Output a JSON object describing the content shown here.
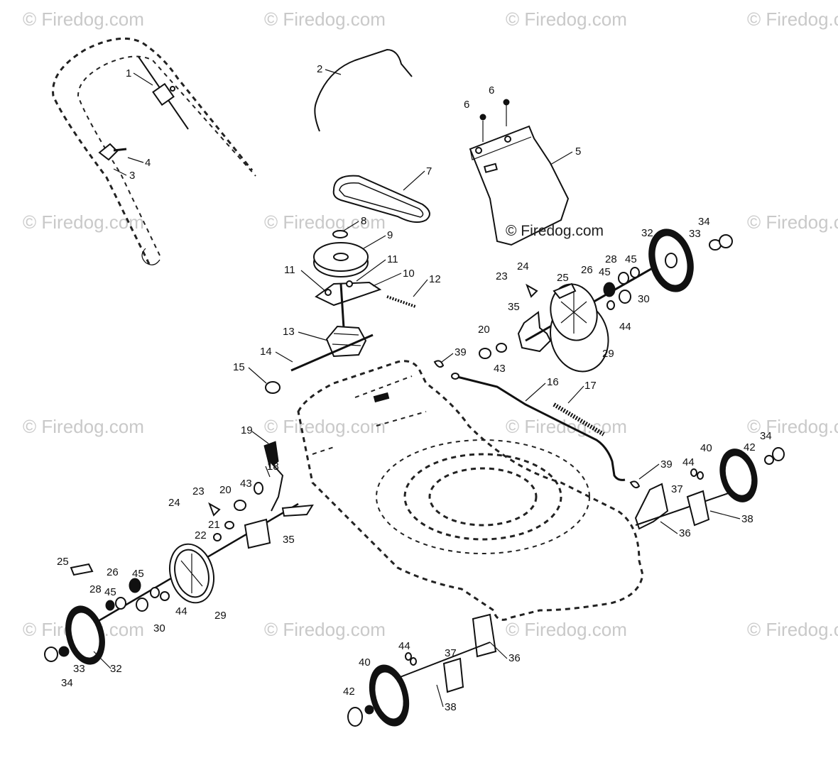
{
  "watermark": {
    "text": "© Firedog.com",
    "center_text": "© Firedog.com",
    "color": "#c9c9c9"
  },
  "diagram": {
    "type": "exploded-parts-view",
    "callouts": {
      "c1": "1",
      "c2": "2",
      "c3": "3",
      "c4": "4",
      "c5": "5",
      "c6a": "6",
      "c6b": "6",
      "c7": "7",
      "c8": "8",
      "c9": "9",
      "c10": "10",
      "c11a": "11",
      "c11b": "11",
      "c12": "12",
      "c13": "13",
      "c14": "14",
      "c15": "15",
      "c16": "16",
      "c17": "17",
      "c18": "18",
      "c19": "19",
      "c20a": "20",
      "c20b": "20",
      "c21": "21",
      "c22": "22",
      "c23a": "23",
      "c23b": "23",
      "c24a": "24",
      "c24b": "24",
      "c25a": "25",
      "c25b": "25",
      "c26a": "26",
      "c26b": "26",
      "c28a": "28",
      "c28b": "28",
      "c29a": "29",
      "c29b": "29",
      "c30a": "30",
      "c30b": "30",
      "c32a": "32",
      "c32b": "32",
      "c33a": "33",
      "c33b": "33",
      "c34a": "34",
      "c34b": "34",
      "c34c": "34",
      "c35a": "35",
      "c35b": "35",
      "c36a": "36",
      "c36b": "36",
      "c37a": "37",
      "c37b": "37",
      "c38a": "38",
      "c38b": "38",
      "c39a": "39",
      "c39b": "39",
      "c40a": "40",
      "c40b": "40",
      "c42a": "42",
      "c42b": "42",
      "c43a": "43",
      "c43b": "43",
      "c44a": "44",
      "c44b": "44",
      "c44c": "44",
      "c44d": "44",
      "c45a": "45",
      "c45b": "45",
      "c45c": "45",
      "c45d": "45"
    }
  }
}
